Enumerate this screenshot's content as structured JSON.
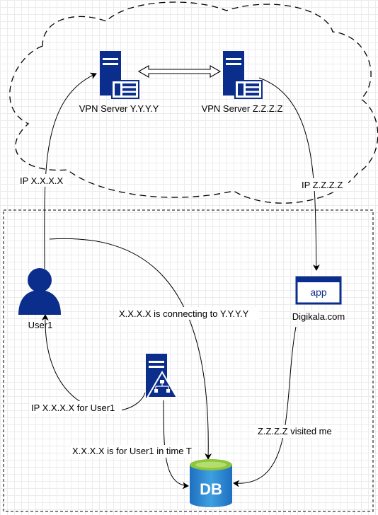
{
  "nodes": {
    "vpn_server_y": {
      "label": "VPN Server Y.Y.Y.Y",
      "icon": "server-icon"
    },
    "vpn_server_z": {
      "label": "VPN Server Z.Z.Z.Z",
      "icon": "server-icon"
    },
    "user1": {
      "label": "User1",
      "icon": "user-icon"
    },
    "digikala": {
      "label": "Digikala.com",
      "icon": "app-window-icon",
      "icon_text": "app"
    },
    "network_server": {
      "label": "",
      "icon": "network-server-icon"
    },
    "db": {
      "label": "",
      "icon": "database-icon",
      "icon_text": "DB"
    }
  },
  "edges": {
    "user_to_vpn_y": "IP X.X.X.X",
    "vpn_z_to_app": "IP Z.Z.Z.Z",
    "user_to_db": "X.X.X.X is connecting to Y.Y.Y.Y",
    "netserver_to_user": "IP X.X.X.X for User1",
    "netserver_to_db": "X.X.X.X is for User1 in time T",
    "app_to_db": "Z.Z.Z.Z visited me"
  },
  "colors": {
    "primary": "#0b2d8c",
    "db_blue": "#2f8fd3",
    "db_green": "#8cc63f",
    "line": "#000000"
  }
}
